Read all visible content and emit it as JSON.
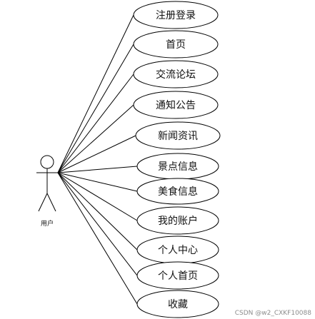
{
  "actor": {
    "label": "用户"
  },
  "use_cases": [
    {
      "label": "注册登录"
    },
    {
      "label": "首页"
    },
    {
      "label": "交流论坛"
    },
    {
      "label": "通知公告"
    },
    {
      "label": "新闻资讯"
    },
    {
      "label": "景点信息"
    },
    {
      "label": "美食信息"
    },
    {
      "label": "我的账户"
    },
    {
      "label": "个人中心"
    },
    {
      "label": "个人首页"
    },
    {
      "label": "收藏"
    }
  ],
  "watermark": "CSDN @w2_CXKF10088",
  "colors": {
    "stroke": "#000000",
    "text": "#111111",
    "background": "#ffffff"
  }
}
